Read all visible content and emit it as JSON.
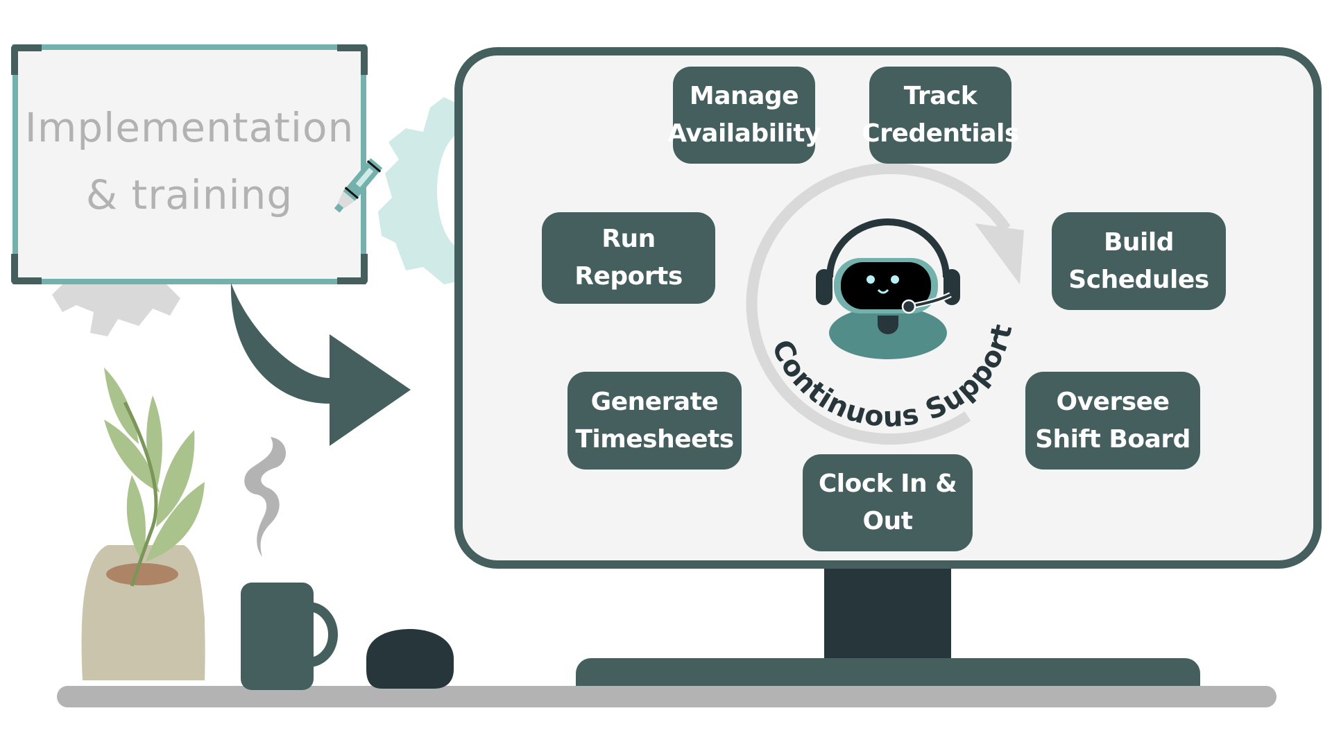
{
  "whiteboard": {
    "title_line1": "Implementation",
    "title_line2": "& training"
  },
  "center": {
    "label": "Continuous Support",
    "icon": "support-robot-icon"
  },
  "features": [
    {
      "id": "manage-availability",
      "label": "Manage\nAvailability"
    },
    {
      "id": "track-credentials",
      "label": "Track\nCredentials"
    },
    {
      "id": "build-schedules",
      "label": "Build\nSchedules"
    },
    {
      "id": "oversee-shift-board",
      "label": "Oversee\nShift Board"
    },
    {
      "id": "clock-in-out",
      "label": "Clock In &\nOut"
    },
    {
      "id": "generate-timesheets",
      "label": "Generate\nTimesheets"
    },
    {
      "id": "run-reports",
      "label": "Run Reports"
    }
  ],
  "colors": {
    "primary_dark": "#455f5f",
    "deep": "#27363b",
    "teal": "#74b1ac",
    "screen": "#f4f4f4",
    "gray_text": "#b2b2b2",
    "cycle_gray": "#d9d9d9"
  }
}
